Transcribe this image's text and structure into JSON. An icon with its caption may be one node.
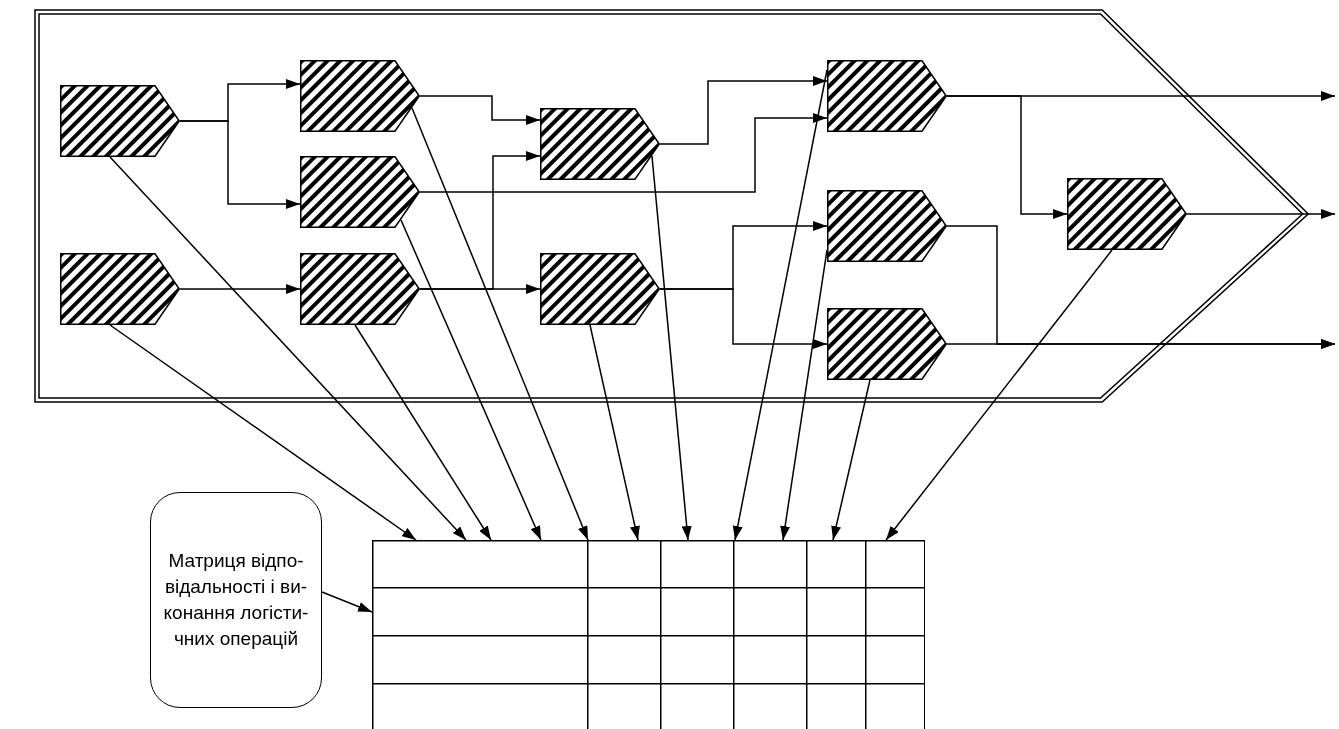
{
  "diagram": {
    "nodes": [
      {
        "text": [],
        "shape": "band"
      },
      {
        "text": [],
        "shape": "pentagon",
        "in": 0
      },
      {
        "text": [],
        "shape": "pentagon",
        "in": 0
      },
      {
        "text": [],
        "shape": "pentagon",
        "in": 0
      },
      {
        "text": [],
        "shape": "pentagon",
        "in": 0
      },
      {
        "text": [],
        "shape": "pentagon",
        "in": 0
      },
      {
        "text": [],
        "shape": "pentagon",
        "in": 0
      },
      {
        "text": [],
        "shape": "pentagon",
        "in": 0
      },
      {
        "text": [],
        "shape": "pentagon",
        "in": 0
      },
      {
        "text": [],
        "shape": "pentagon",
        "in": 0
      },
      {
        "text": [],
        "shape": "pentagon",
        "in": 0
      },
      {
        "text": [],
        "shape": "pentagon",
        "in": 0
      },
      {
        "text": [],
        "shape": "table"
      },
      {
        "text": [
          "Матриця відпо- відальності і ви- конання логісти- чних операцій"
        ]
      }
    ],
    "edges": [
      {
        "from": 1,
        "to": 3,
        "arrow": "to"
      },
      {
        "from": 1,
        "to": 4,
        "arrow": "to"
      },
      {
        "from": 2,
        "to": 5,
        "arrow": "to"
      },
      {
        "from": 3,
        "to": 6,
        "arrow": "to"
      },
      {
        "from": 4,
        "to": 8,
        "arrow": "to"
      },
      {
        "from": 5,
        "to": 6,
        "arrow": "to"
      },
      {
        "from": 5,
        "to": 7,
        "arrow": "to"
      },
      {
        "from": 6,
        "to": 8,
        "arrow": "to"
      },
      {
        "from": 7,
        "to": 9,
        "arrow": "to"
      },
      {
        "from": 7,
        "to": 10,
        "arrow": "to"
      },
      {
        "from": 8,
        "to": null,
        "arrow": "to"
      },
      {
        "from": 8,
        "to": 11,
        "arrow": "to"
      },
      {
        "from": 11,
        "to": null,
        "arrow": "to"
      },
      {
        "from": 9,
        "to": null,
        "arrow": "to"
      },
      {
        "from": 10,
        "to": null,
        "arrow": "to"
      },
      {
        "from": 2,
        "to": 12,
        "arrow": "to"
      },
      {
        "from": 1,
        "to": 12,
        "arrow": "to"
      },
      {
        "from": 5,
        "to": 12,
        "arrow": "to"
      },
      {
        "from": 4,
        "to": 12,
        "arrow": "to"
      },
      {
        "from": 3,
        "to": 12,
        "arrow": "to"
      },
      {
        "from": 7,
        "to": 12,
        "arrow": "to"
      },
      {
        "from": 6,
        "to": 12,
        "arrow": "to"
      },
      {
        "from": 8,
        "to": 12,
        "arrow": "to"
      },
      {
        "from": 9,
        "to": 12,
        "arrow": "to"
      },
      {
        "from": 10,
        "to": 12,
        "arrow": "to"
      },
      {
        "from": 11,
        "to": 12,
        "arrow": "to"
      },
      {
        "from": 13,
        "to": 12,
        "arrow": "to"
      }
    ]
  }
}
